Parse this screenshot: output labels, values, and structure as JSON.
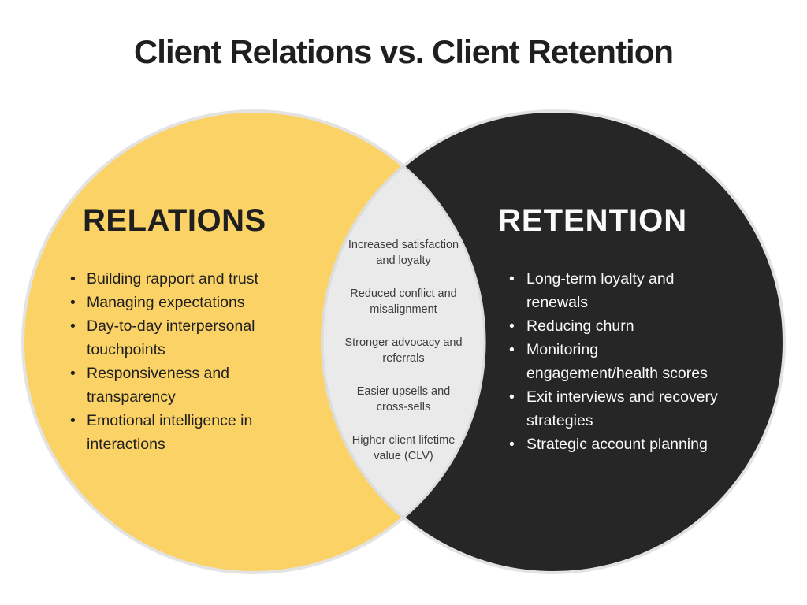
{
  "title": "Client Relations vs. Client Retention",
  "colors": {
    "background": "#FFFFFF",
    "relations_fill": "#FBD266",
    "retention_fill": "#262626",
    "overlap_fill": "#EAEAEA",
    "circle_stroke": "#E3E3E3",
    "title_text": "#1F1F1F",
    "relations_text": "#1F1F1F",
    "retention_text": "#FAFAFA",
    "overlap_text": "#3C3C3C"
  },
  "venn": {
    "left": {
      "heading": "RELATIONS",
      "items": [
        "Building rapport and trust",
        "Managing expectations",
        "Day-to-day interpersonal\ntouchpoints",
        "Responsiveness and\ntransparency",
        "Emotional intelligence in\ninteractions"
      ]
    },
    "overlap": {
      "items": [
        "Increased satisfaction\nand loyalty",
        "Reduced conflict and\nmisalignment",
        "Stronger advocacy and\nreferrals",
        "Easier upsells and\ncross-sells",
        "Higher client lifetime\nvalue (CLV)"
      ]
    },
    "right": {
      "heading": "RETENTION",
      "items": [
        "Long-term loyalty and\nrenewals",
        "Reducing churn",
        "Monitoring\nengagement/health scores",
        "Exit interviews and recovery\nstrategies",
        "Strategic account planning"
      ]
    }
  }
}
